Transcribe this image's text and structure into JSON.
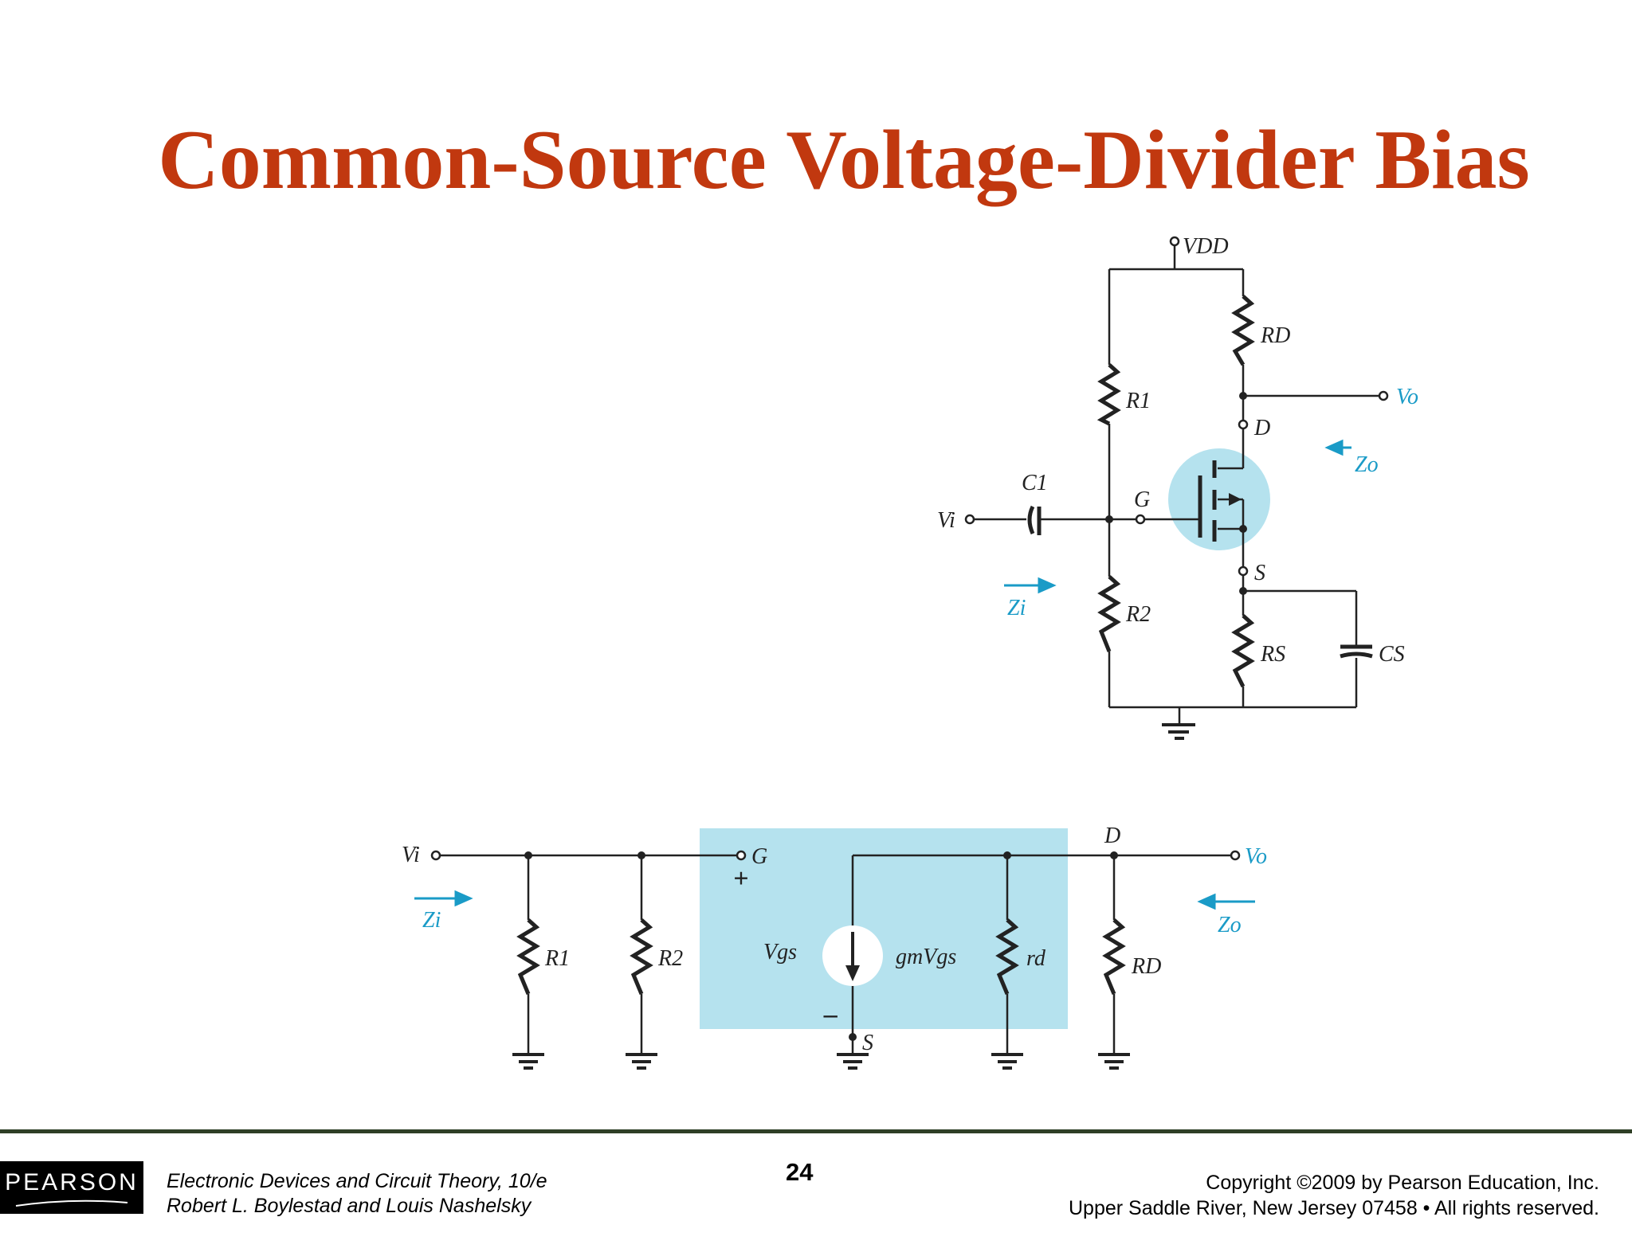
{
  "slide": {
    "title": "Common-Source Voltage-Divider Bias",
    "page_number": "24"
  },
  "colors": {
    "title": "#c1380f",
    "highlight": "#b5e2ee",
    "accent_blue": "#1a9bc7",
    "footer_rule": "#2f3f26"
  },
  "circuit_top": {
    "supply_label": "VDD",
    "labels": {
      "rd": "RD",
      "r1": "R1",
      "r2": "R2",
      "rs": "RS",
      "cs": "CS",
      "c1": "C1",
      "vi": "Vi",
      "vo": "Vo",
      "zi": "Zi",
      "zo": "Zo",
      "gate": "G",
      "drain": "D",
      "source": "S"
    }
  },
  "circuit_bottom": {
    "labels": {
      "vi": "Vi",
      "vo": "Vo",
      "zi": "Zi",
      "zo": "Zo",
      "gate": "G",
      "drain": "D",
      "source": "S",
      "r1": "R1",
      "r2": "R2",
      "rd": "RD",
      "rd_small": "rd",
      "vgs": "Vgs",
      "gm_vgs": "gmVgs",
      "plus": "+",
      "minus": "–"
    }
  },
  "footer": {
    "logo": "PEARSON",
    "book_title": "Electronic Devices and Circuit Theory, 10/e",
    "authors": "Robert L. Boylestad and Louis Nashelsky",
    "copyright": "Copyright ©2009 by Pearson Education, Inc.",
    "address": "Upper Saddle River, New Jersey 07458 • All rights reserved."
  }
}
